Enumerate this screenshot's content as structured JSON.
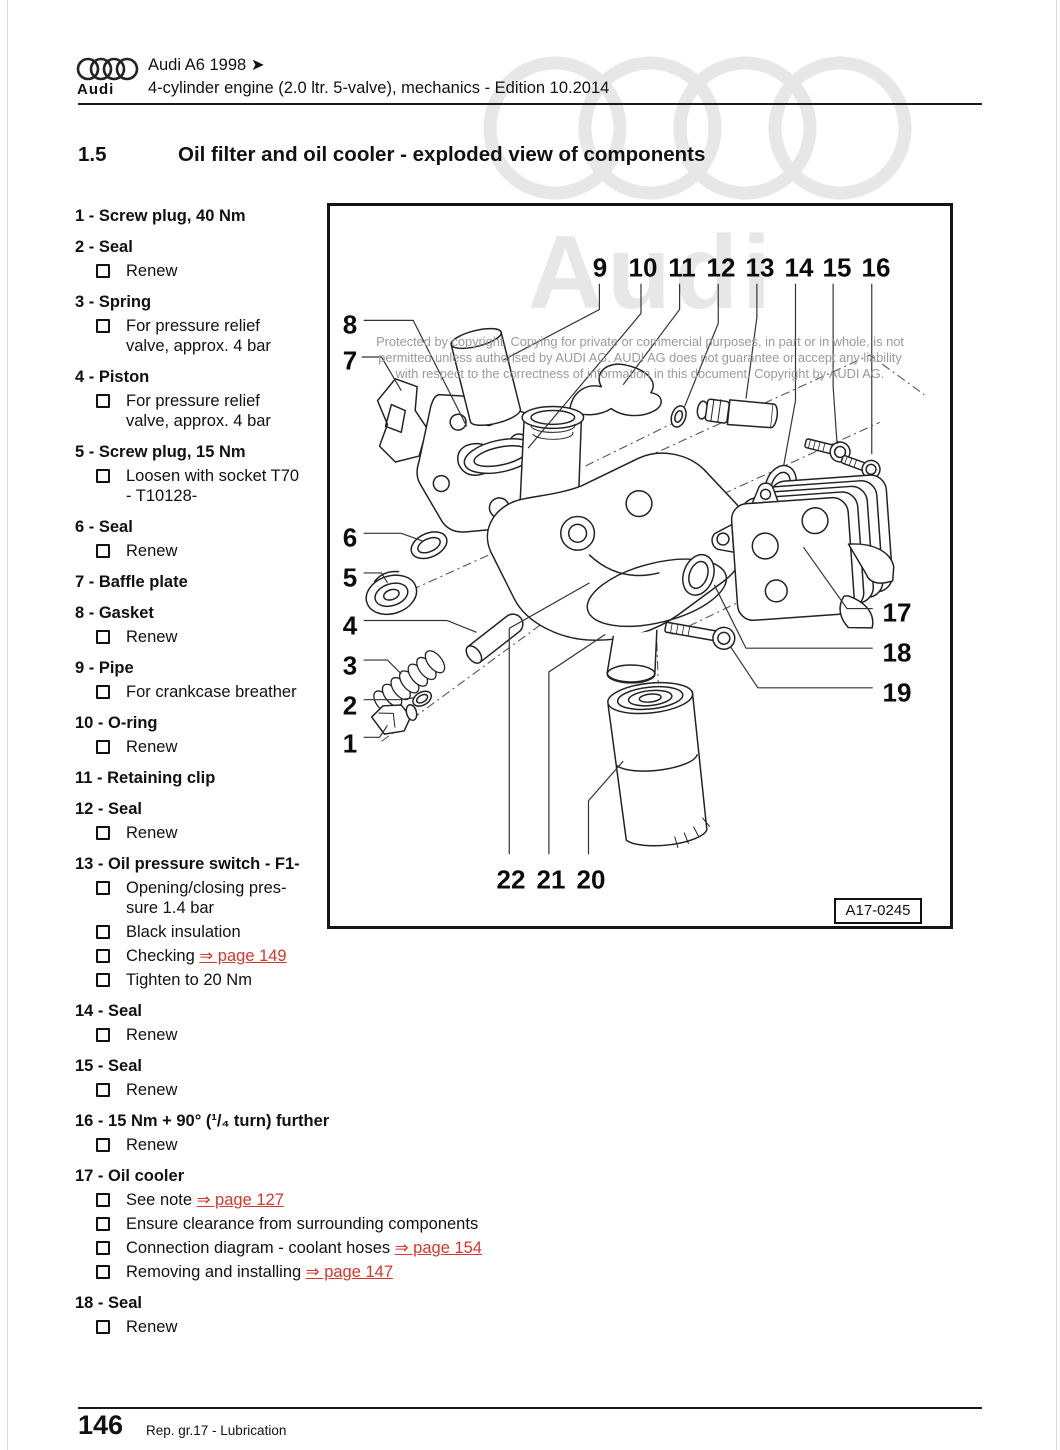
{
  "header": {
    "brand": "Audi",
    "line1": "Audi A6 1998 ➤",
    "line2": "4-cylinder engine (2.0 ltr. 5-valve), mechanics - Edition 10.2014"
  },
  "section": {
    "number": "1.5",
    "title": "Oil filter and oil cooler - exploded view of components"
  },
  "parts": [
    {
      "label": "1 - Screw plug, 40 Nm",
      "subs": []
    },
    {
      "label": "2 - Seal",
      "subs": [
        {
          "text": "Renew"
        }
      ]
    },
    {
      "label": "3 - Spring",
      "subs": [
        {
          "text": "For pressure relief\nvalve, approx. 4 bar"
        }
      ]
    },
    {
      "label": "4 - Piston",
      "subs": [
        {
          "text": "For pressure relief\nvalve, approx. 4 bar"
        }
      ]
    },
    {
      "label": "5 - Screw plug, 15 Nm",
      "subs": [
        {
          "text": "Loosen with socket T70\n- T10128-"
        }
      ]
    },
    {
      "label": "6 - Seal",
      "subs": [
        {
          "text": "Renew"
        }
      ]
    },
    {
      "label": "7 - Baffle plate",
      "subs": []
    },
    {
      "label": "8 - Gasket",
      "subs": [
        {
          "text": "Renew"
        }
      ]
    },
    {
      "label": "9 - Pipe",
      "subs": [
        {
          "text": "For crankcase breather"
        }
      ]
    },
    {
      "label": "10 - O-ring",
      "subs": [
        {
          "text": "Renew"
        }
      ]
    },
    {
      "label": "11 - Retaining clip",
      "subs": []
    },
    {
      "label": "12 - Seal",
      "subs": [
        {
          "text": "Renew"
        }
      ]
    },
    {
      "label": "13 - Oil pressure switch - F1-",
      "subs": [
        {
          "text": "Opening/closing pres-\nsure 1.4 bar"
        },
        {
          "text": "Black insulation"
        },
        {
          "text": "Checking ",
          "link": "⇒ page 149"
        },
        {
          "text": "Tighten to 20 Nm"
        }
      ]
    },
    {
      "label": "14 - Seal",
      "subs": [
        {
          "text": "Renew"
        }
      ]
    },
    {
      "label": "15 - Seal",
      "subs": [
        {
          "text": "Renew"
        }
      ]
    },
    {
      "label": "16 - 15 Nm + 90° (¹/₄ turn) further",
      "subs": [
        {
          "text": "Renew"
        }
      ]
    },
    {
      "label": "17 - Oil cooler",
      "subs": [
        {
          "text": "See note ",
          "link": "⇒ page 127"
        },
        {
          "text": "Ensure clearance from surrounding components"
        },
        {
          "text": "Connection diagram - coolant hoses ",
          "link": "⇒ page 154"
        },
        {
          "text": "Removing and installing ",
          "link": "⇒ page 147"
        }
      ]
    },
    {
      "label": "18 - Seal",
      "subs": [
        {
          "text": "Renew"
        }
      ]
    }
  ],
  "diagram": {
    "watermark": "Audi",
    "copyright": "Protected by copyright. Copying for private or commercial purposes, in part or in whole, is not\npermitted unless authorised by AUDI AG. AUDI AG does not guarantee or accept any liability\nwith respect to the correctness of information in this document. Copyright by AUDI AG.",
    "figure_id": "A17-0245",
    "callouts_top": [
      "9",
      "10",
      "11",
      "12",
      "13",
      "14",
      "15",
      "16"
    ],
    "callouts_left": [
      "8",
      "7",
      "6",
      "5",
      "4",
      "3",
      "2",
      "1"
    ],
    "callouts_right": [
      "17",
      "18",
      "19"
    ],
    "callouts_bottom": [
      "22",
      "21",
      "20"
    ]
  },
  "footer": {
    "page_number": "146",
    "label": "Rep. gr.17 - Lubrication"
  },
  "colors": {
    "link": "#d6372b",
    "text": "#111111",
    "watermark": "#e7e7e7"
  }
}
